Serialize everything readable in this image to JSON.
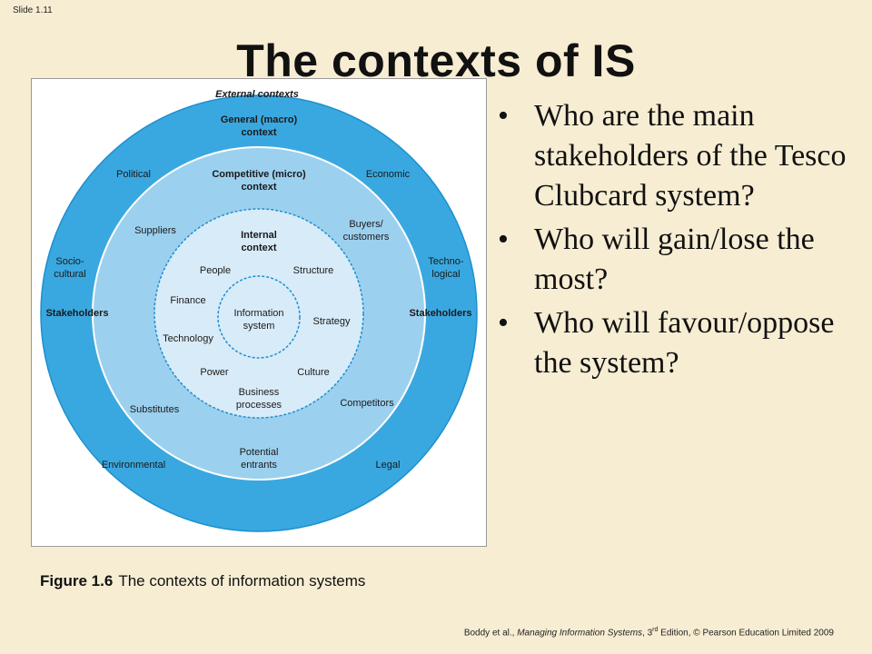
{
  "slide_number": "Slide 1.11",
  "title": "The contexts of IS",
  "diagram": {
    "outer_title": "External contexts",
    "outer_ring": {
      "heading": [
        "General (macro)",
        "context"
      ],
      "left_top": "Political",
      "right_top": "Economic",
      "left_mid": [
        "Socio-",
        "cultural"
      ],
      "right_mid": [
        "Techno-",
        "logical"
      ],
      "left_stake": "Stakeholders",
      "right_stake": "Stakeholders",
      "left_bottom": "Environmental",
      "right_bottom": "Legal"
    },
    "middle_ring": {
      "heading": [
        "Competitive (micro)",
        "context"
      ],
      "suppliers": "Suppliers",
      "buyers": [
        "Buyers/",
        "customers"
      ],
      "substitutes": "Substitutes",
      "competitors": "Competitors",
      "entrants": [
        "Potential",
        "entrants"
      ]
    },
    "inner_ring": {
      "heading": [
        "Internal",
        "context"
      ],
      "people": "People",
      "structure": "Structure",
      "finance": "Finance",
      "strategy": "Strategy",
      "technology": "Technology",
      "power": "Power",
      "culture": "Culture",
      "processes": [
        "Business",
        "processes"
      ]
    },
    "core": [
      "Information",
      "system"
    ],
    "colors": {
      "outer": "#3aa8e0",
      "middle": "#9cd0ef",
      "inner": "#d8ebf8",
      "stroke": "#1d8fcf"
    }
  },
  "bullets": [
    "Who are the main stakeholders of the Tesco Clubcard system?",
    "Who will gain/lose the most?",
    "Who will favour/oppose the system?"
  ],
  "bullet_symbol": "•",
  "caption": {
    "label": "Figure 1.6",
    "text": "The contexts of information systems"
  },
  "footer": {
    "prefix": "Boddy et al., ",
    "book": "Managing Information Systems",
    "edition_num": ", 3",
    "edition_sup": "rd",
    "suffix": " Edition, © Pearson Education Limited 2009"
  }
}
